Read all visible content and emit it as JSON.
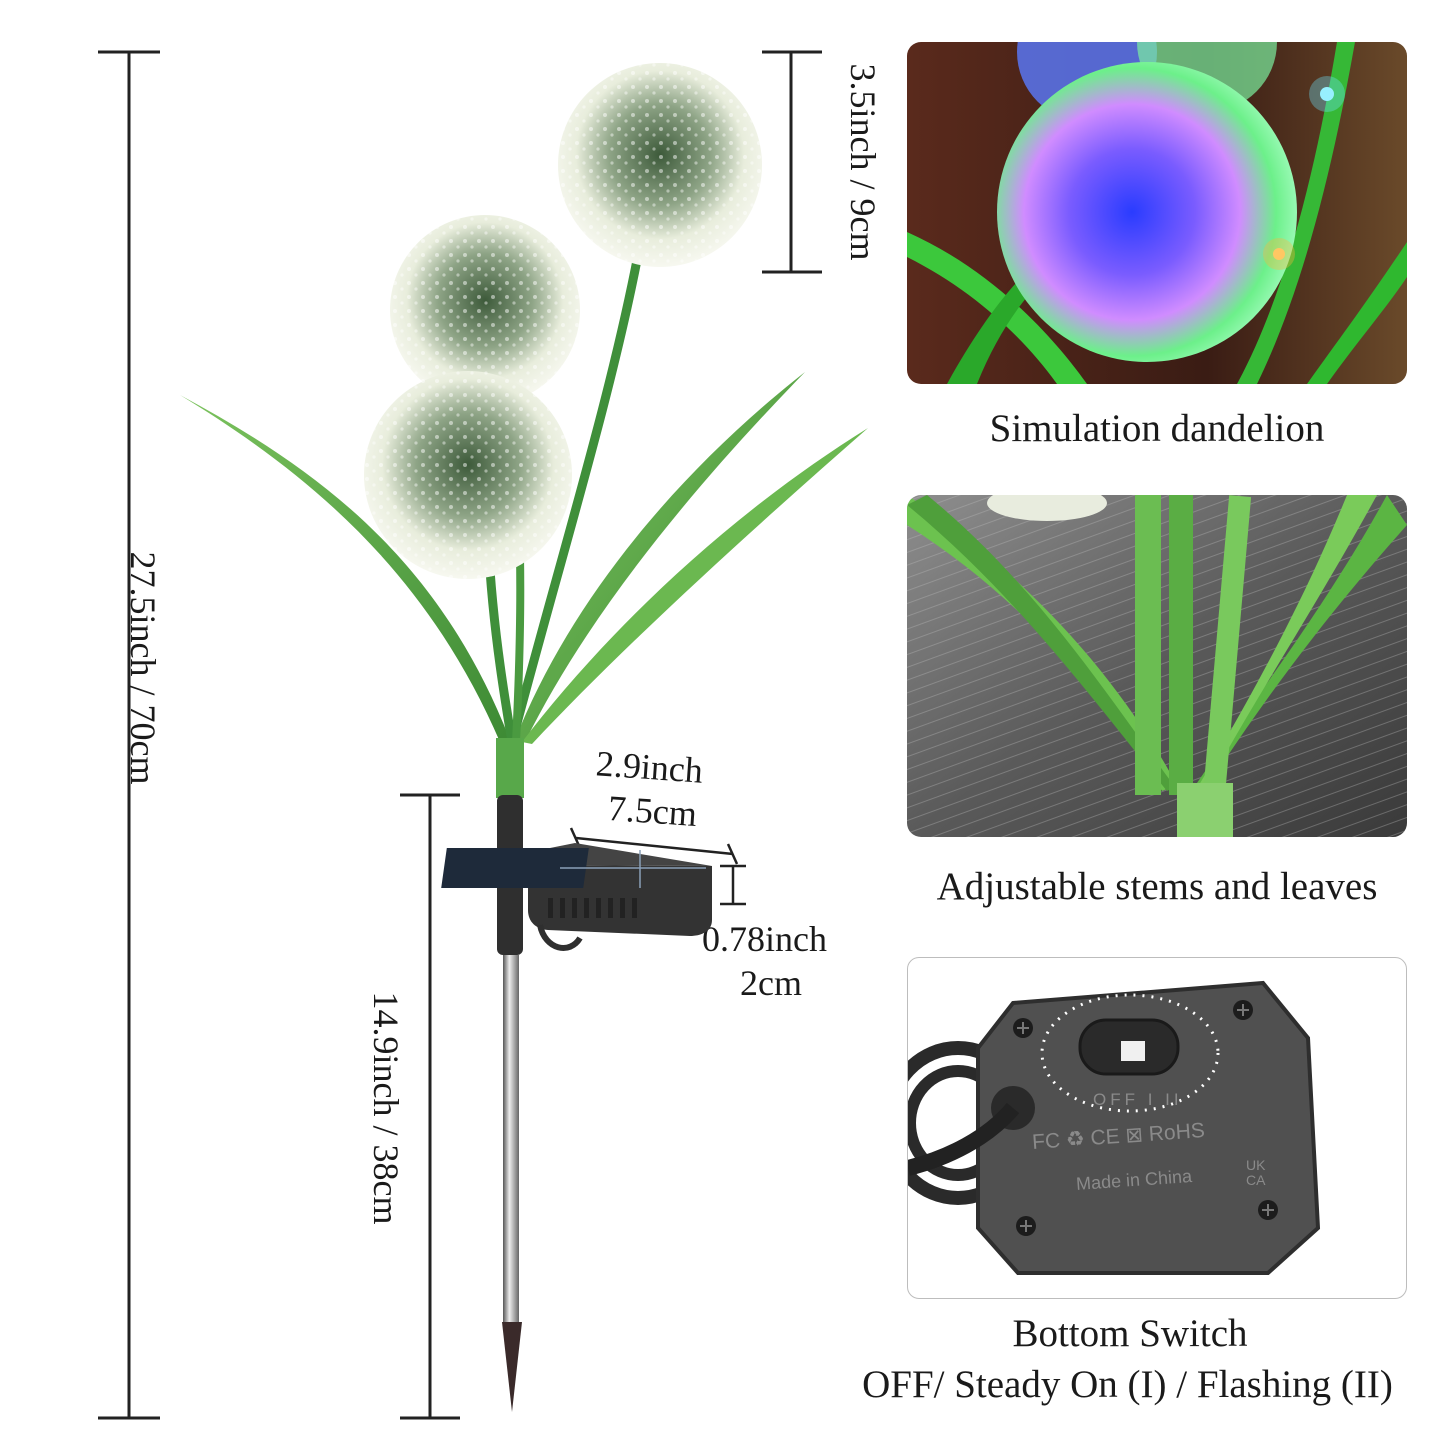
{
  "dimensions": {
    "total_height": "27.5inch / 70cm",
    "flower_diameter": "3.5inch / 9cm",
    "stake_length": "14.9inch / 38cm",
    "panel_width_inch": "2.9inch",
    "panel_width_cm": "7.5cm",
    "panel_height_inch": "0.78inch",
    "panel_height_cm": "2cm"
  },
  "features": [
    {
      "caption": "Simulation dandelion"
    },
    {
      "caption": "Adjustable stems and leaves"
    },
    {
      "caption": "Bottom Switch",
      "subcaption": "OFF/ Steady On (I) / Flashing (II)"
    }
  ],
  "switch_markings": {
    "switch_label": "OFF I II",
    "certifications": "FC ♻ CE ⊠ RoHS",
    "origin": "Made in China",
    "ukca": "UK CA"
  },
  "colors": {
    "leaf_green": "#5fae4a",
    "stem_green": "#3f8f3a",
    "flower_white": "#eef2e2",
    "housing_dark": "#3a3a3a"
  }
}
